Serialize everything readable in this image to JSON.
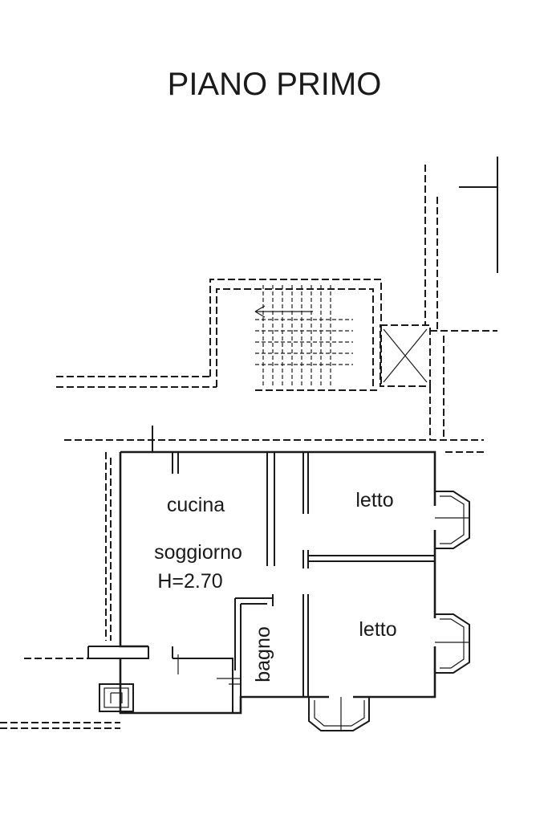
{
  "plan": {
    "title": "PIANO PRIMO",
    "rooms": {
      "kitchen": "cucina",
      "living": "soggiorno",
      "height": "H=2.70",
      "bedroom_top": "letto",
      "bedroom_bottom": "letto",
      "bathroom": "bagno"
    }
  }
}
